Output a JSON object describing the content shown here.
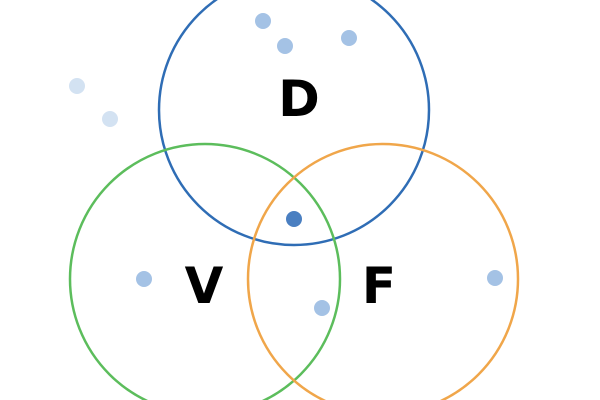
{
  "sets": [
    {
      "id": "D",
      "label": "D",
      "color": "#2f6db5"
    },
    {
      "id": "V",
      "label": "V",
      "color": "#5cbd5c"
    },
    {
      "id": "F",
      "label": "F",
      "color": "#f0a64a"
    }
  ],
  "point_colors": {
    "outside": "#d3e2f2",
    "single": "#a4c2e5",
    "triple": "#4a7fc1"
  }
}
